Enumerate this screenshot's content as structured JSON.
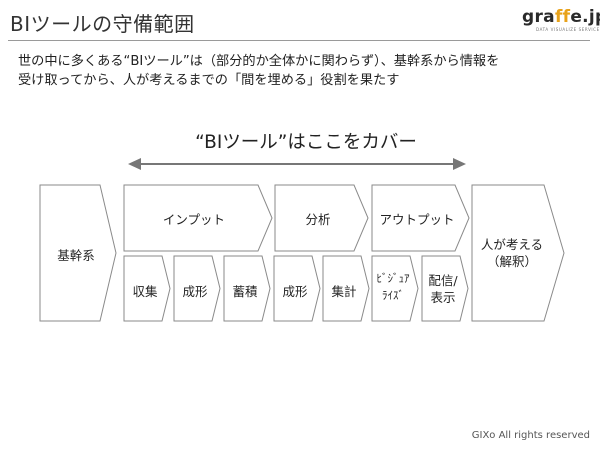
{
  "title": "BIツールの守備範囲",
  "logo": {
    "main_prefix": "gra",
    "main_highlight": "ff",
    "main_suffix": "e.jp",
    "sub": "DATA VISUALIZE SERVICE"
  },
  "intro": {
    "line1": "世の中に多くある“BIツール”は（部分的か全体かに関わらず）、基幹系から情報を",
    "line2": "受け取ってから、人が考えるまでの「間を埋める」役割を果たす"
  },
  "coverage_label": "“BIツール”はここをカバー",
  "stages": {
    "kikan": "基幹系",
    "input": "インプット",
    "bunseki": "分析",
    "output": "アウトプット",
    "human_line1": "人が考える",
    "human_line2": "（解釈）"
  },
  "substeps": {
    "shushu": "収集",
    "seikei1": "成形",
    "chikuseki": "蓄積",
    "seikei2": "成形",
    "shukei": "集計",
    "visual_line1": "ﾋﾞｼﾞｭｱ",
    "visual_line2": "ﾗｲｽﾞ",
    "haishin_line1": "配信/",
    "haishin_line2": "表示"
  },
  "footer": "GIXo All rights reserved"
}
